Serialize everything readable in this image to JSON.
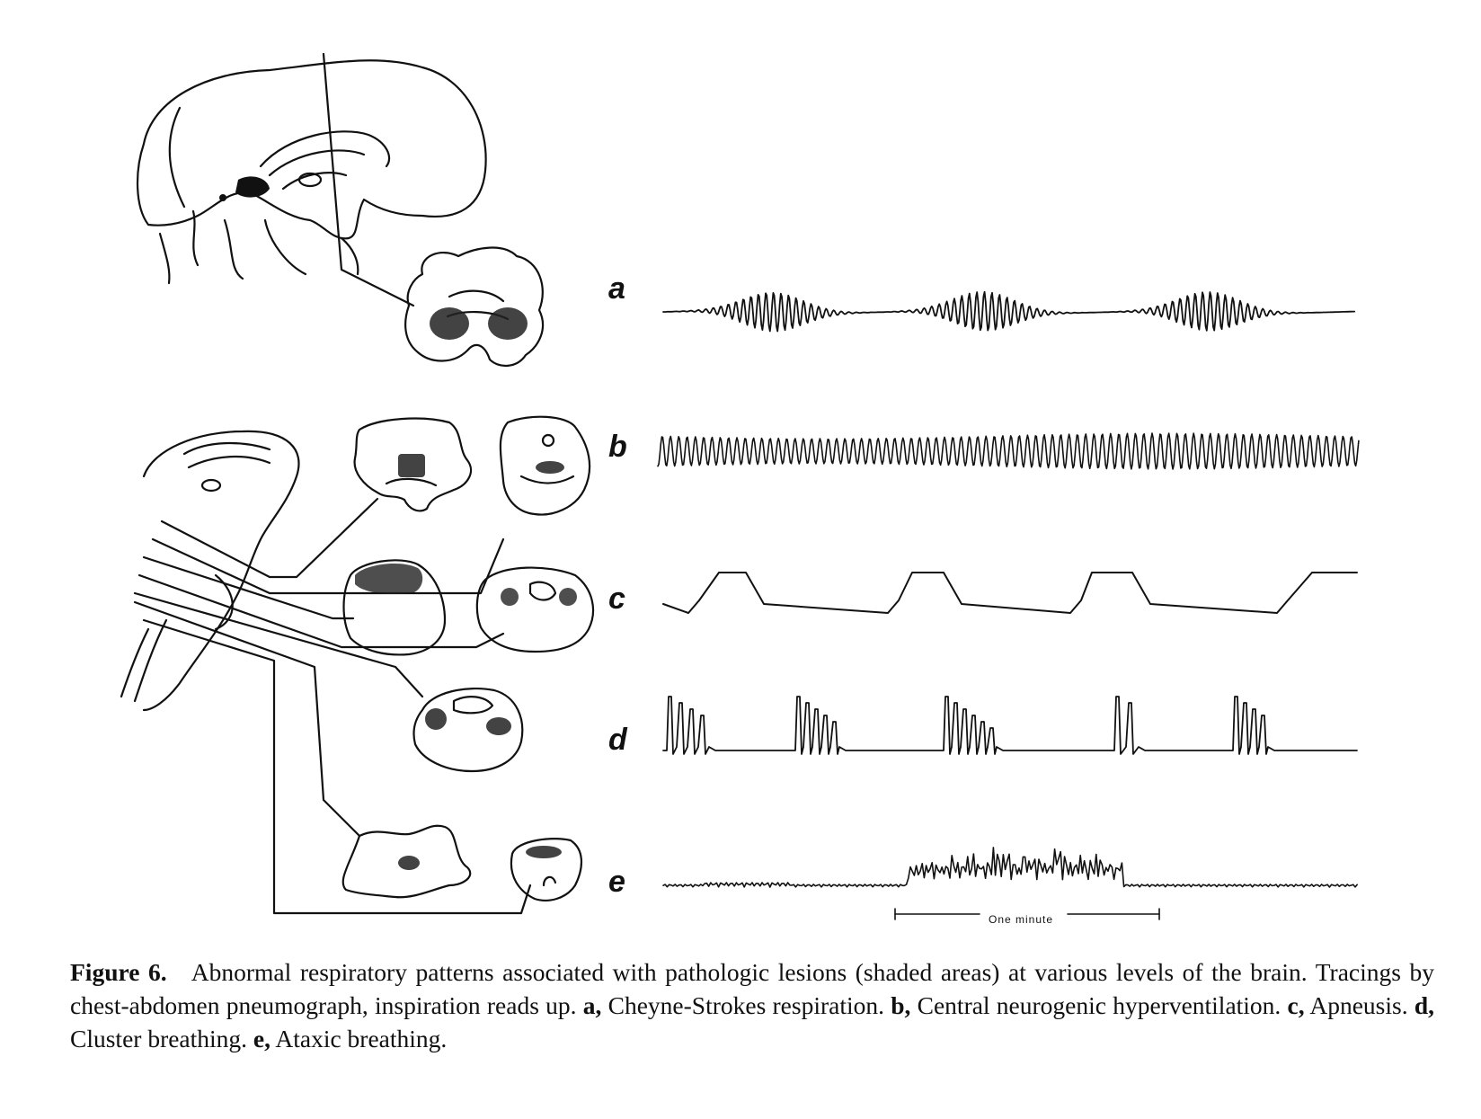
{
  "panels": [
    {
      "letter": "a"
    },
    {
      "letter": "b"
    },
    {
      "letter": "c"
    },
    {
      "letter": "d"
    },
    {
      "letter": "e"
    }
  ],
  "scale_bar": {
    "label": "One minute"
  },
  "caption": {
    "figure_label": "Figure 6.",
    "intro": "Abnormal respiratory patterns associated with pathologic lesions (shaded areas) at various levels of the brain. Tracings by chest-abdomen pneumograph, inspiration reads up.",
    "items": [
      {
        "letter": "a,",
        "text": "Cheyne-Strokes respiration."
      },
      {
        "letter": "b,",
        "text": "Central neurogenic hyperventilation."
      },
      {
        "letter": "c,",
        "text": "Apneusis."
      },
      {
        "letter": "d,",
        "text": "Cluster breathing."
      },
      {
        "letter": "e,",
        "text": "Ataxic breathing."
      }
    ]
  }
}
